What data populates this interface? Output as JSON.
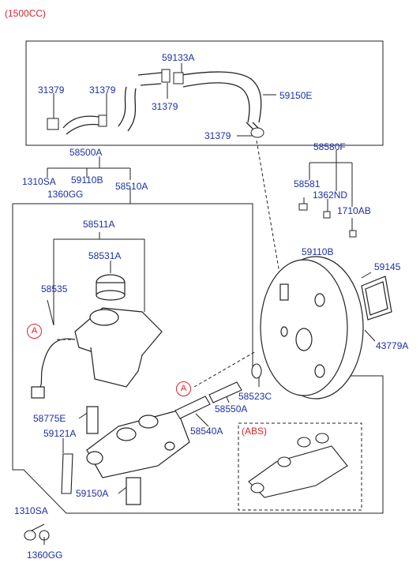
{
  "engine_note": "(1500CC)",
  "abs_note": "(ABS)",
  "markers": {
    "a1": "A",
    "a2": "A"
  },
  "parts": {
    "p59133A": "59133A",
    "p31379_left": "31379",
    "p31379_mid": "31379",
    "p31379_center": "31379",
    "p59150E": "59150E",
    "p31379_right": "31379",
    "p58500A": "58500A",
    "p58580F": "58580F",
    "p1310SA_top": "1310SA",
    "p59110B_top": "59110B",
    "p1360GG_top": "1360GG",
    "p58510A": "58510A",
    "p58581": "58581",
    "p1362ND": "1362ND",
    "p1710AB": "1710AB",
    "p58511A": "58511A",
    "p58531A": "58531A",
    "p59110B": "59110B",
    "p59145": "59145",
    "p58535": "58535",
    "p43779A": "43779A",
    "p58523C": "58523C",
    "p58775E": "58775E",
    "p58550A": "58550A",
    "p59121A": "59121A",
    "p58540A": "58540A",
    "p59150A": "59150A",
    "p1310SA_bot": "1310SA",
    "p1360GG_bot": "1360GG"
  },
  "colors": {
    "label": "#1c2fa8",
    "accent": "#d8242a",
    "line": "#222222"
  }
}
